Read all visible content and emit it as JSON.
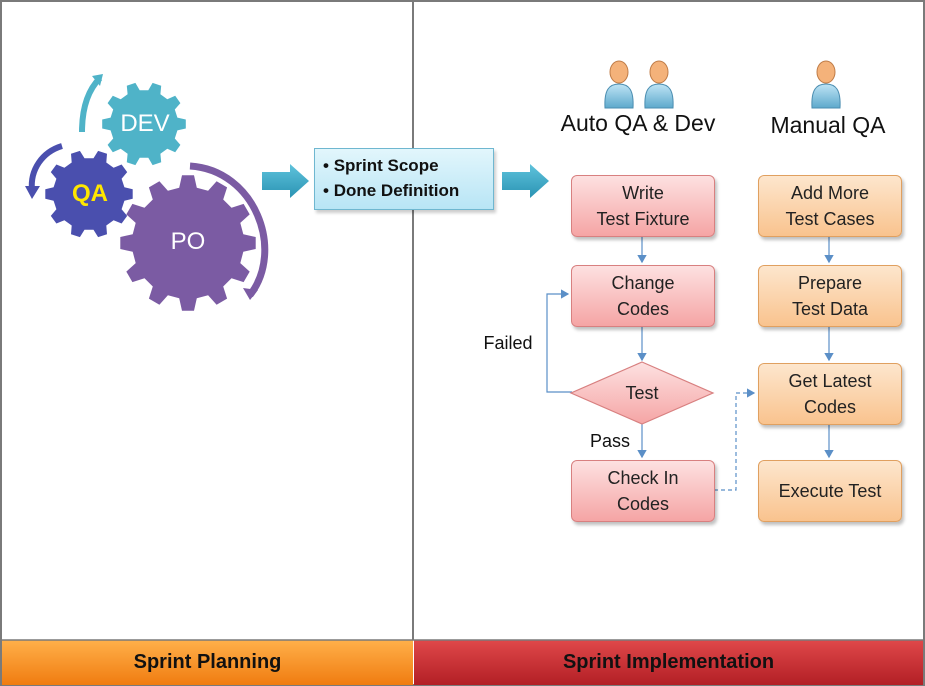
{
  "planning": {
    "gears": {
      "dev": "DEV",
      "qa": "QA",
      "po": "PO"
    },
    "scope_items": [
      "Sprint Scope",
      "Done Definition"
    ],
    "footer": "Sprint Planning"
  },
  "implementation": {
    "auto_header": "Auto QA & Dev",
    "manual_header": "Manual QA",
    "auto_steps": {
      "write": "Write\nTest Fixture",
      "change": "Change\nCodes",
      "test": "Test",
      "checkin": "Check In\nCodes"
    },
    "manual_steps": {
      "add": "Add More\nTest Cases",
      "prepare": "Prepare\nTest Data",
      "latest": "Get Latest\nCodes",
      "execute": "Execute Test"
    },
    "failed_label": "Failed",
    "pass_label": "Pass",
    "footer": "Sprint Implementation"
  },
  "colors": {
    "dev_gear": "#4fb3c8",
    "qa_gear": "#4a4fae",
    "po_gear": "#7b5ba3",
    "planning_footer": "#f7941d",
    "implementation_footer": "#c0282d"
  }
}
